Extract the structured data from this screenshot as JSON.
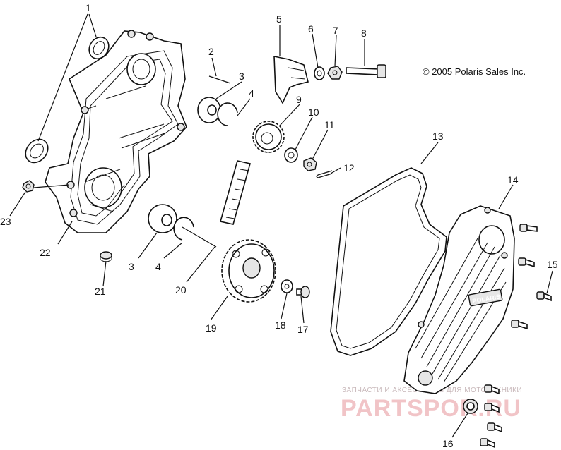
{
  "copyright": "© 2005 Polaris Sales Inc.",
  "cover_logo": "POLARIS",
  "watermark": {
    "line1": "ЗАПЧАСТИ И АКСЕССУАРЫ ДЛЯ МОТОТЕХНИКИ",
    "line2": "PARTSPOR.RU"
  },
  "callouts": {
    "c1": "1",
    "c2": "2",
    "c3a": "3",
    "c3b": "3",
    "c4a": "4",
    "c4b": "4",
    "c5": "5",
    "c6": "6",
    "c7": "7",
    "c8": "8",
    "c9": "9",
    "c10": "10",
    "c11": "11",
    "c12": "12",
    "c13": "13",
    "c14": "14",
    "c15": "15",
    "c16": "16",
    "c17": "17",
    "c18": "18",
    "c19": "19",
    "c20": "20",
    "c21": "21",
    "c22": "22",
    "c23": "23"
  }
}
